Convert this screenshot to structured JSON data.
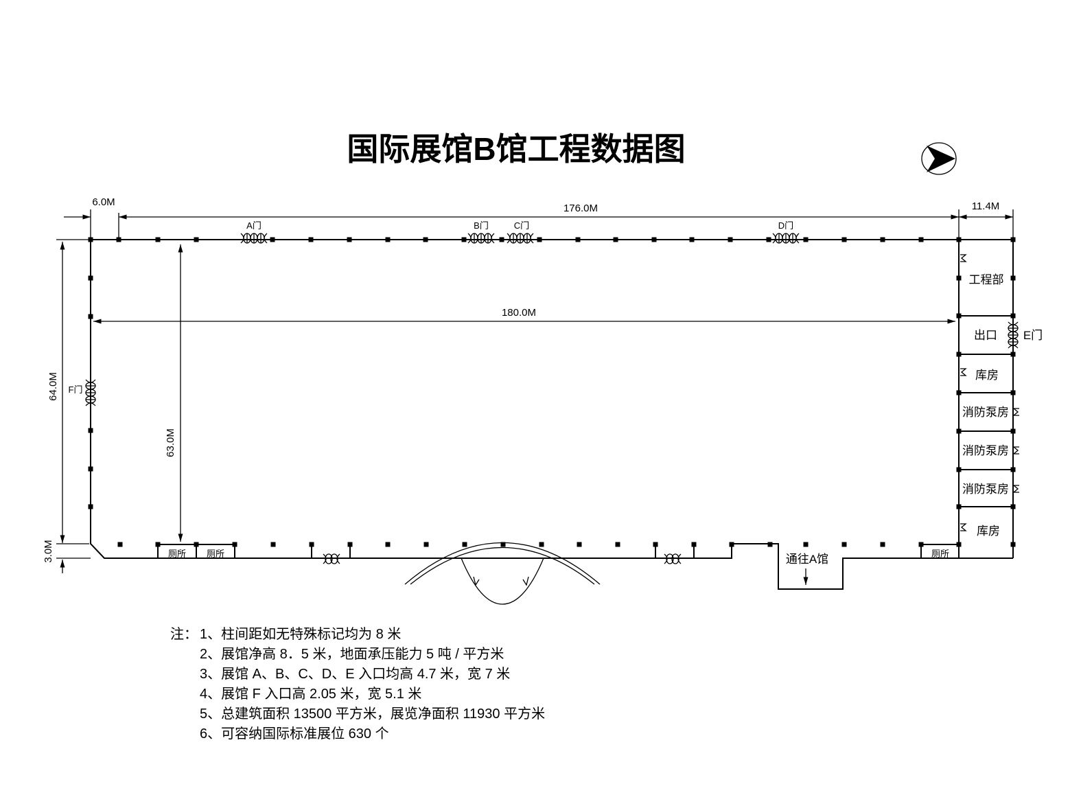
{
  "title": "国际展馆B馆工程数据图",
  "compass": "north-arrow-icon",
  "dimensions": {
    "left_offset": "6.0M",
    "top_span": "176.0M",
    "right_width": "11.4M",
    "inner_length": "180.0M",
    "total_depth": "64.0M",
    "inner_depth": "63.0M",
    "bottom_offset": "3.0M"
  },
  "doors": {
    "a": "A门",
    "b": "B门",
    "c": "C门",
    "d": "D门",
    "e": "E门",
    "f": "F门"
  },
  "rooms": [
    "工程部",
    "出口",
    "库房",
    "消防泵房",
    "消防泵房",
    "消防泵房",
    "库房"
  ],
  "toilets": [
    "厕所",
    "厕所",
    "厕所"
  ],
  "passage": "通往A馆",
  "notes": {
    "prefix": "注：",
    "items": [
      "1、柱间距如无特殊标记均为 8 米",
      "2、展馆净高 8．5 米，地面承压能力 5 吨 / 平方米",
      "3、展馆 A、B、C、D、E 入口均高 4.7 米，宽 7 米",
      "4、展馆 F 入口高 2.05 米，宽 5.1 米",
      "5、总建筑面积 13500 平方米，展览净面积 11930 平方米",
      "6、可容纳国际标准展位 630 个"
    ]
  }
}
